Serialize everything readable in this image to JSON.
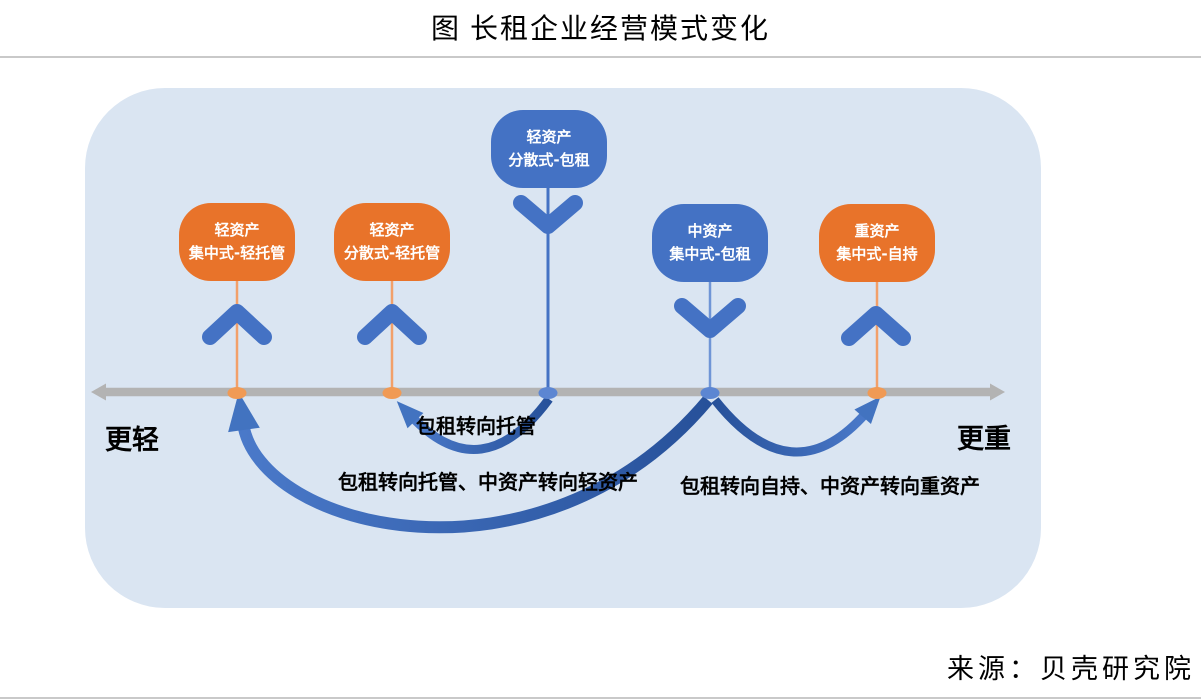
{
  "title": "图  长租企业经营模式变化",
  "source": "来源：贝壳研究院",
  "axis": {
    "left_label": "更轻",
    "right_label": "更重"
  },
  "nodes": [
    {
      "name": "轻资产",
      "mode": "集中式-轻托管",
      "asset": "light",
      "arrow": "up"
    },
    {
      "name": "轻资产",
      "mode": "分散式-轻托管",
      "asset": "light",
      "arrow": "up"
    },
    {
      "name": "轻资产",
      "mode": "分散式-包租",
      "asset": "light",
      "arrow": "down"
    },
    {
      "name": "中资产",
      "mode": "集中式-包租",
      "asset": "medium",
      "arrow": "down"
    },
    {
      "name": "重资产",
      "mode": "集中式-自持",
      "asset": "heavy",
      "arrow": "up"
    }
  ],
  "transitions": [
    {
      "label": "包租转向托管"
    },
    {
      "label": "包租转向托管、中资产转向轻资产"
    },
    {
      "label": "包租转向自持、中资产转向重资产"
    }
  ],
  "colors": {
    "orange_bubble": "#E8732A",
    "orange_line": "#F2A06A",
    "blue_bubble": "#4472C4",
    "arc_blue_dark": "#27519A",
    "arc_blue_light": "#4A79C9",
    "axis_gray": "#B3B3B3",
    "panel_bg": "#DAE5F2"
  }
}
